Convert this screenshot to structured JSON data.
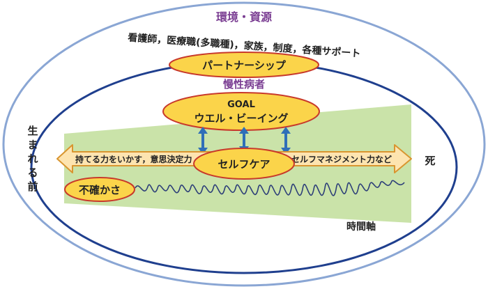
{
  "outer": {
    "title": "環境・資源",
    "resources": "看護師，医療職(多職種)，家族，制度，各種サポート"
  },
  "partnership": "パートナーシップ",
  "inner_title": "慢性病者",
  "goal": {
    "title": "GOAL",
    "subtitle": "ウエル・ビーイング"
  },
  "timeline": {
    "start_label": "生まれる前",
    "end_label": "死",
    "axis_label": "時間軸",
    "left_text": "持てる力をいかす，意思決定力",
    "center_label": "セルフケア",
    "right_text": "セルフマネジメント力など"
  },
  "uncertainty": "不確かさ",
  "colors": {
    "outer_ring": "#8aa6d4",
    "inner_ring": "#1f3f8e",
    "title_purple": "#7a3d92",
    "ellipse_fill": "#fbd44a",
    "ellipse_stroke": "#c8392b",
    "green_band": "#b8d98c",
    "arrow_fill": "#fde4b0",
    "arrow_stroke": "#d9952f",
    "blue_arrow": "#2f6fb8",
    "scribble": "#2c3e78"
  }
}
